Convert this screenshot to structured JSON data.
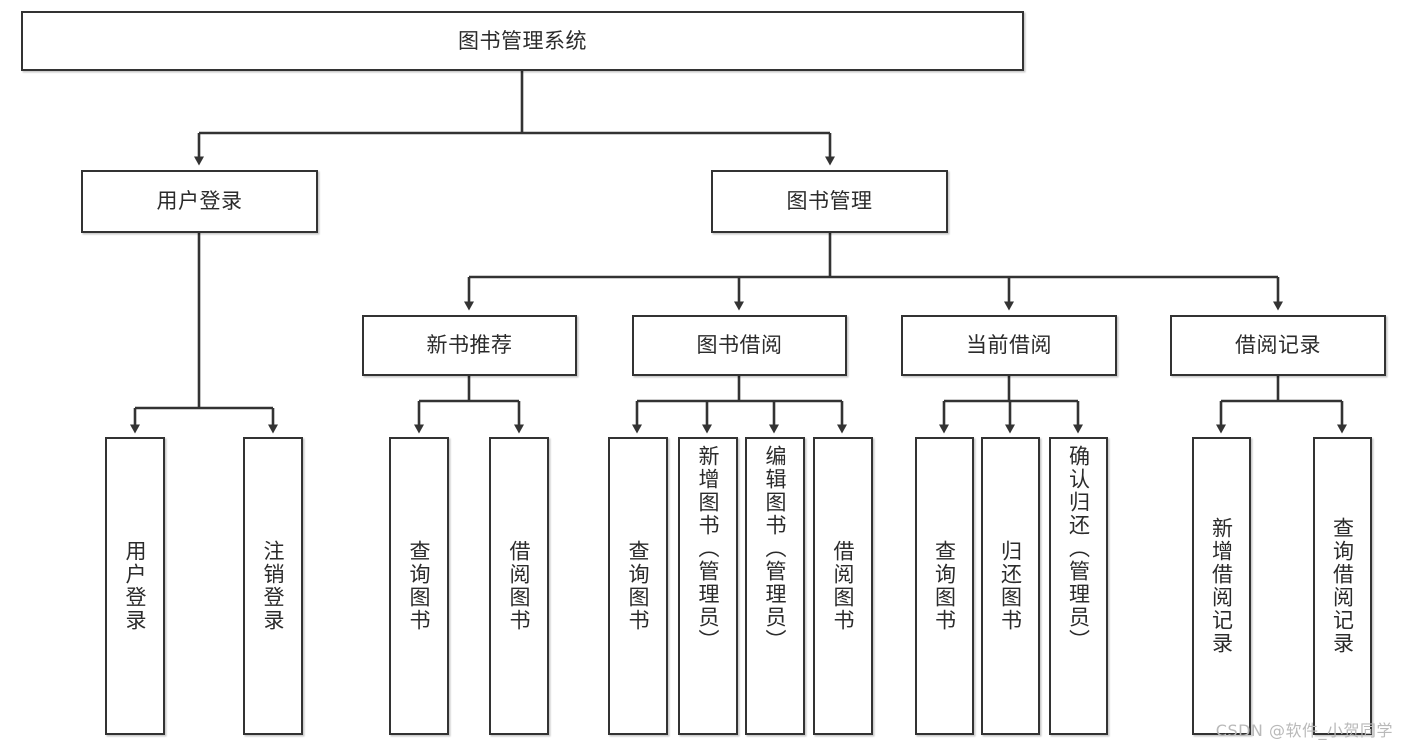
{
  "diagram": {
    "type": "tree",
    "title": "图书管理系统",
    "watermark": "CSDN @软件_小贺同学",
    "colors": {
      "box_border": "#333333",
      "box_fill": "#ffffff",
      "edge": "#333333",
      "text": "#2b2b2b",
      "watermark": "#b9b9b9"
    },
    "nodes": {
      "root": {
        "label": "图书管理系统"
      },
      "level2": [
        {
          "id": "user-login",
          "label": "用户登录"
        },
        {
          "id": "book-manage",
          "label": "图书管理"
        }
      ],
      "level3": [
        {
          "id": "new-book-rec",
          "label": "新书推荐"
        },
        {
          "id": "book-borrow",
          "label": "图书借阅"
        },
        {
          "id": "current-borrow",
          "label": "当前借阅"
        },
        {
          "id": "borrow-record",
          "label": "借阅记录"
        }
      ],
      "leaves": [
        {
          "id": "leaf-user-login",
          "label": "用户登录",
          "parent": "user-login"
        },
        {
          "id": "leaf-logout",
          "label": "注销登录",
          "parent": "user-login"
        },
        {
          "id": "leaf-query-book-1",
          "label": "查询图书",
          "parent": "new-book-rec"
        },
        {
          "id": "leaf-borrow-book-1",
          "label": "借阅图书",
          "parent": "new-book-rec"
        },
        {
          "id": "leaf-query-book-2",
          "label": "查询图书",
          "parent": "book-borrow"
        },
        {
          "id": "leaf-add-book",
          "label": "新增图书（管理员）",
          "parent": "book-borrow"
        },
        {
          "id": "leaf-edit-book",
          "label": "编辑图书（管理员）",
          "parent": "book-borrow"
        },
        {
          "id": "leaf-borrow-book-2",
          "label": "借阅图书",
          "parent": "book-borrow"
        },
        {
          "id": "leaf-query-book-3",
          "label": "查询图书",
          "parent": "current-borrow"
        },
        {
          "id": "leaf-return-book",
          "label": "归还图书",
          "parent": "current-borrow"
        },
        {
          "id": "leaf-confirm-return",
          "label": "确认归还（管理员）",
          "parent": "current-borrow"
        },
        {
          "id": "leaf-add-record",
          "label": "新增借阅记录",
          "parent": "borrow-record"
        },
        {
          "id": "leaf-query-record",
          "label": "查询借阅记录",
          "parent": "borrow-record"
        }
      ]
    }
  }
}
